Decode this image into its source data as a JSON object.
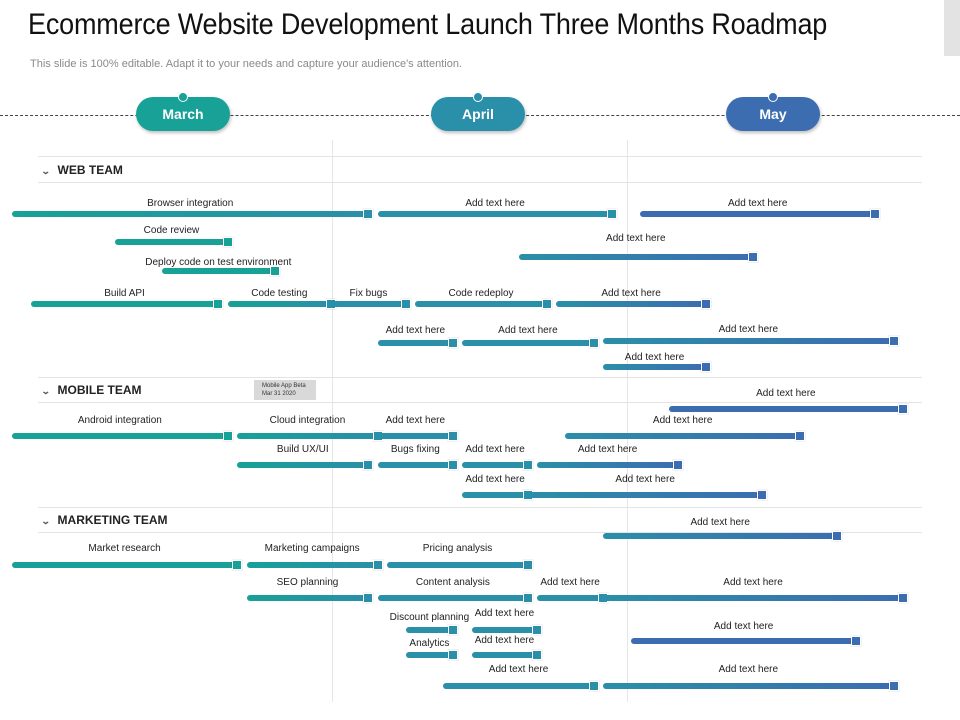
{
  "title": "Ecommerce Website Development Launch Three Months Roadmap",
  "subtitle": "This slide is 100% editable. Adapt it to your needs and capture your audience's attention.",
  "months": [
    {
      "label": "March",
      "color": "#17a197"
    },
    {
      "label": "April",
      "color": "#2a8fa8"
    },
    {
      "label": "May",
      "color": "#3c6db0"
    }
  ],
  "sections": [
    "WEB TEAM",
    "MOBILE TEAM",
    "MARKETING TEAM"
  ],
  "milestone": {
    "line1": "Mobile App Beta",
    "line2": "Mar 31 2020"
  },
  "bars": [
    {
      "label": "Browser integration",
      "team": "web",
      "start": 0,
      "end": 0.38
    },
    {
      "label": "Add text here",
      "team": "web",
      "start": 0.39,
      "end": 0.64
    },
    {
      "label": "Add text here",
      "team": "web",
      "start": 0.67,
      "end": 0.92
    },
    {
      "label": "Code review",
      "team": "web",
      "start": 0.11,
      "end": 0.23
    },
    {
      "label": "Add text here",
      "team": "web",
      "start": 0.54,
      "end": 0.79
    },
    {
      "label": "Deploy code on test environment",
      "team": "web",
      "start": 0.16,
      "end": 0.28
    },
    {
      "label": "Build API",
      "team": "web",
      "start": 0.02,
      "end": 0.22
    },
    {
      "label": "Code testing",
      "team": "web",
      "start": 0.23,
      "end": 0.34
    },
    {
      "label": "Fix bugs",
      "team": "web",
      "start": 0.34,
      "end": 0.42
    },
    {
      "label": "Code redeploy",
      "team": "web",
      "start": 0.43,
      "end": 0.57
    },
    {
      "label": "Add text here",
      "team": "web",
      "start": 0.58,
      "end": 0.74
    },
    {
      "label": "Add text here",
      "team": "web",
      "start": 0.39,
      "end": 0.47
    },
    {
      "label": "Add text here",
      "team": "web",
      "start": 0.48,
      "end": 0.62
    },
    {
      "label": "Add text here",
      "team": "web",
      "start": 0.63,
      "end": 0.94
    },
    {
      "label": "Add text here",
      "team": "web",
      "start": 0.63,
      "end": 0.74
    },
    {
      "label": "Add text here",
      "team": "mobile",
      "start": 0.7,
      "end": 0.95
    },
    {
      "label": "Android integration",
      "team": "mobile",
      "start": 0,
      "end": 0.23
    },
    {
      "label": "Cloud integration",
      "team": "mobile",
      "start": 0.24,
      "end": 0.39
    },
    {
      "label": "Add text here",
      "team": "mobile",
      "start": 0.39,
      "end": 0.47
    },
    {
      "label": "Add text here",
      "team": "mobile",
      "start": 0.59,
      "end": 0.84
    },
    {
      "label": "Build UX/UI",
      "team": "mobile",
      "start": 0.24,
      "end": 0.38
    },
    {
      "label": "Bugs fixing",
      "team": "mobile",
      "start": 0.39,
      "end": 0.47
    },
    {
      "label": "Add text here",
      "team": "mobile",
      "start": 0.48,
      "end": 0.55
    },
    {
      "label": "Add text here",
      "team": "mobile",
      "start": 0.56,
      "end": 0.71
    },
    {
      "label": "Add text here",
      "team": "mobile",
      "start": 0.48,
      "end": 0.55
    },
    {
      "label": "Add text here",
      "team": "mobile",
      "start": 0.55,
      "end": 0.8
    },
    {
      "label": "Add text here",
      "team": "marketing",
      "start": 0.63,
      "end": 0.88
    },
    {
      "label": "Market research",
      "team": "marketing",
      "start": 0,
      "end": 0.24
    },
    {
      "label": "Marketing campaigns",
      "team": "marketing",
      "start": 0.25,
      "end": 0.39
    },
    {
      "label": "Pricing analysis",
      "team": "marketing",
      "start": 0.4,
      "end": 0.55
    },
    {
      "label": "SEO planning",
      "team": "marketing",
      "start": 0.25,
      "end": 0.38
    },
    {
      "label": "Content analysis",
      "team": "marketing",
      "start": 0.39,
      "end": 0.55
    },
    {
      "label": "Add text here",
      "team": "marketing",
      "start": 0.56,
      "end": 0.63
    },
    {
      "label": "Add text here",
      "team": "marketing",
      "start": 0.63,
      "end": 0.95
    },
    {
      "label": "Discount planning",
      "team": "marketing",
      "start": 0.42,
      "end": 0.47
    },
    {
      "label": "Add text here",
      "team": "marketing",
      "start": 0.49,
      "end": 0.56
    },
    {
      "label": "Add text here",
      "team": "marketing",
      "start": 0.66,
      "end": 0.9
    },
    {
      "label": "Analytics",
      "team": "marketing",
      "start": 0.42,
      "end": 0.47
    },
    {
      "label": "Add text here",
      "team": "marketing",
      "start": 0.49,
      "end": 0.56
    },
    {
      "label": "Add text here",
      "team": "marketing",
      "start": 0.46,
      "end": 0.62
    },
    {
      "label": "Add text here",
      "team": "marketing",
      "start": 0.63,
      "end": 0.94
    }
  ]
}
